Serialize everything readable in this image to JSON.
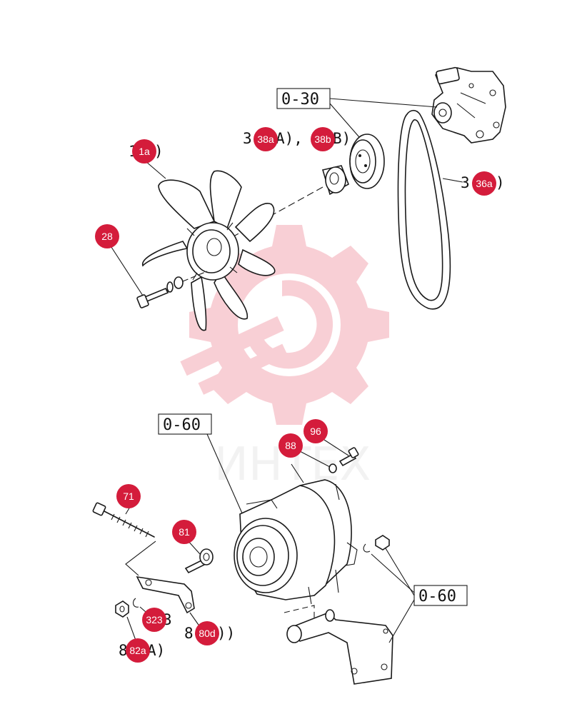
{
  "watermark": {
    "text": "ИНТЕХ",
    "color": "#f2b8bf"
  },
  "ref_boxes": [
    {
      "id": "ref-0-30",
      "label": "0-30"
    },
    {
      "id": "ref-0-60-top",
      "label": "0-60"
    },
    {
      "id": "ref-0-60-right",
      "label": "0-60"
    }
  ],
  "callouts": [
    {
      "id": "1a",
      "label": "1a"
    },
    {
      "id": "28",
      "label": "28"
    },
    {
      "id": "38a",
      "label": "38a"
    },
    {
      "id": "38b",
      "label": "38b"
    },
    {
      "id": "36a",
      "label": "36a"
    },
    {
      "id": "96",
      "label": "96"
    },
    {
      "id": "88",
      "label": "88"
    },
    {
      "id": "71",
      "label": "71"
    },
    {
      "id": "81",
      "label": "81"
    },
    {
      "id": "323",
      "label": "323"
    },
    {
      "id": "80d",
      "label": "80d"
    },
    {
      "id": "82a",
      "label": "82a"
    }
  ],
  "original_label_fragments": {
    "fan": "1(",
    "fan_close": ")",
    "pulley_a_prefix": "3",
    "pulley_a_suffix": "A), 3",
    "pulley_b_suffix": "B)",
    "belt_prefix": "3",
    "belt_suffix": ")",
    "bracket_prefix": "8",
    "bracket_suffix": "))",
    "nut_prefix": "8",
    "nut_suffix": "A)",
    "washer_suffix": "3"
  },
  "colors": {
    "callout": "#d41c3b",
    "line": "#1a1a1a",
    "background": "#ffffff"
  }
}
